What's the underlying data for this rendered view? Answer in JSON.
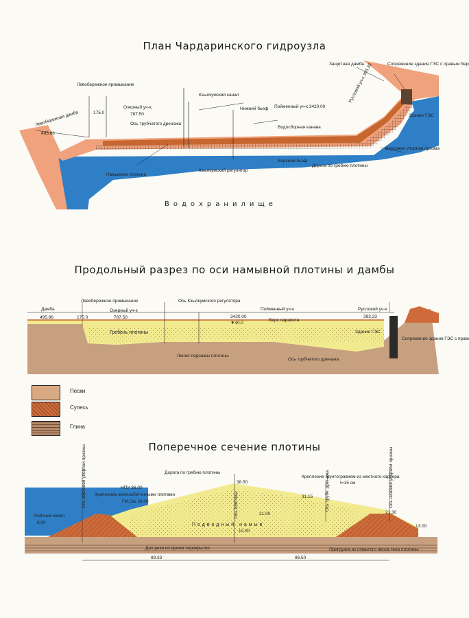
{
  "titles": {
    "plan": "План Чардаринского гидроузла",
    "long": "Продольный разрез по оси намывной плотины и дамбы",
    "cross": "Поперечное сечение плотины"
  },
  "plan": {
    "reservoir": "Водохранилище",
    "left_dam": "Левобережная дамба",
    "left_dam_len": "495.86",
    "left_junction": "Левобережное примыкание",
    "left_junction_len": "175.0",
    "lake_section": "Озерный уч-к,",
    "lake_section_len": "787.50",
    "canal": "Кзылкумский канал",
    "tail_water": "Нижний бьеф",
    "floodplain": "Пойменный уч-к 3420.00",
    "drain_axis": "Ось трубчатого дренажа",
    "collector": "Водосборная канава",
    "head_water": "Верхний бьеф",
    "regulator": "Кзылкумский регулятор",
    "dam": "Намывная плотина",
    "crest_road": "Дорога по гребню плотины",
    "protective_dam": "Защитная дамба",
    "junction_right": "Сопряжение здания ГЭС с правым берегом",
    "channel_section": "Русловой уч-к 393.33",
    "hpp": "Здание ГЭС",
    "upper_prism": "Верховая упорная призма"
  },
  "long": {
    "dam": "Дамба",
    "dam_len": "495.86",
    "left_junction": "Левобережное примыкание",
    "left_junction_len": "175.0",
    "lake_section": "Озерный уч-к",
    "lake_section_len": "787.50",
    "regulator_axis": "Ось Кзылкумского регулятора",
    "floodplain": "Пойменный уч-к",
    "floodplain_len": "3420.00",
    "channel_section": "Русловой уч-к",
    "channel_len": "393.33",
    "parapet": "Верх парапета",
    "parapet_mark": "▼40.0",
    "crest": "Гребень плотины",
    "hpp": "Здание ГЭС",
    "junction_right": "Сопряжение здания ГЭС с правым берегом",
    "base_line": "Линия подошвы плотины",
    "drain_axis": "Ось трубчатого дренажа"
  },
  "legend": [
    {
      "label": "Пески",
      "color": "#d9a983"
    },
    {
      "label": "Супесь",
      "color": "#cf6b3a"
    },
    {
      "label": "Глина",
      "color": "#b58a6a"
    }
  ],
  "cross": {
    "crest_road": "Дорога по гребню плотины",
    "crest_mark": "38.50",
    "npu": "НПУ 36.00",
    "concrete": "Крепление железобетонными плитами",
    "gmo": "ГМ.Ою 28.00",
    "lower_prism_axis": "Ось верховой упорной призмы",
    "dam_axis": "Ось плотины",
    "drain_axis": "Ось трубч. дренажа",
    "downstream_prism_axis": "Ось низовой упорной призмы",
    "gravel": "Крепление грунтогравием из местного карьера",
    "gravel_t": "t=15 см",
    "mark_3115": "31.15",
    "mark_2100": "21.00",
    "mark_2130": "21.30",
    "mark_1300": "13.00",
    "mark_1200": "12.00",
    "mark_800": "8.00",
    "pressure": "Рабочий кювет",
    "core": "Подводный намыв",
    "river_bottom": "Дно реки во время перекрытия",
    "load": "Пригрузка из отмытого песка тела плотины",
    "dim_left": "89.33",
    "dim_right": "86.50"
  },
  "colors": {
    "water": "#2f7fc7",
    "bank": "#f0a27c",
    "dam_orange": "#c8662f",
    "yellow": "#f2ea8e",
    "soil": "#c7a080",
    "paper": "#fbfaf4"
  }
}
